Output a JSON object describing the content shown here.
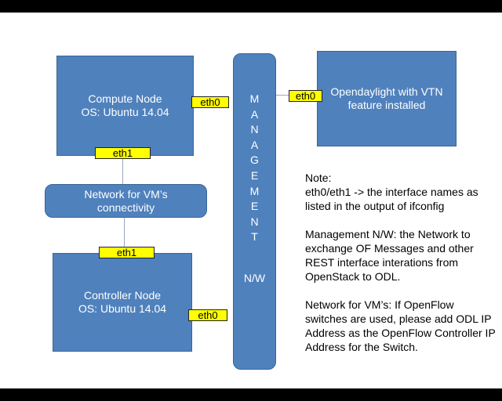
{
  "compute_node": {
    "line1": "Compute Node",
    "line2": "OS: Ubuntu 14.04"
  },
  "controller_node": {
    "line1": "Controller Node",
    "line2": "OS: Ubuntu 14.04"
  },
  "odl": {
    "line1": "Opendaylight with VTN",
    "line2": "feature installed"
  },
  "vm_network": {
    "line1": "Network for VM’s",
    "line2": "connectivity"
  },
  "management": {
    "letters": [
      "M",
      "A",
      "N",
      "A",
      "G",
      "E",
      "M",
      "E",
      "N",
      "T"
    ],
    "suffix": "N/W"
  },
  "tags": {
    "compute_eth0": "eth0",
    "compute_eth1": "eth1",
    "controller_eth1": "eth1",
    "controller_eth0": "eth0",
    "odl_eth0": "eth0"
  },
  "note": {
    "title": "Note:",
    "p1": "eth0/eth1 -> the interface names as listed in the output of ifconfig",
    "p2": "Management N/W: the Network to exchange OF Messages and other REST interface interations from OpenStack to ODL.",
    "p3": "Network for VM’s: If OpenFlow switches  are used, please add ODL IP Address as the OpenFlow Controller IP Address for the Switch."
  },
  "colors": {
    "node_fill": "#4f81bd",
    "tag_fill": "#ffff00",
    "background": "#ffffff",
    "frame": "#000000"
  }
}
